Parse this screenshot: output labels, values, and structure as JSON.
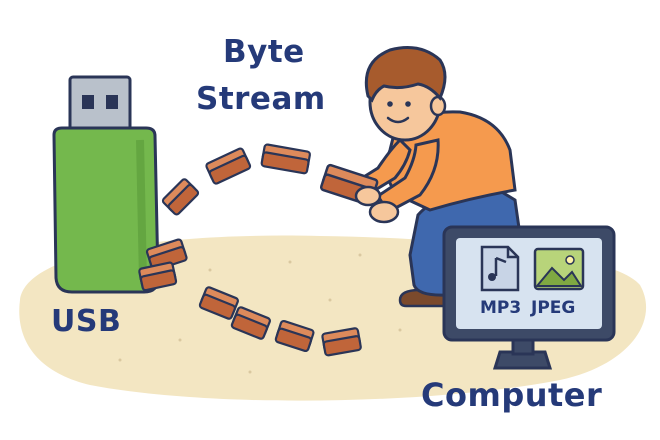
{
  "title": {
    "line1": "Byte",
    "line2": "Stream"
  },
  "labels": {
    "usb": "USB",
    "computer": "Computer"
  },
  "monitor": {
    "files": [
      {
        "label": "MP3",
        "icon": "music-file-icon"
      },
      {
        "label": "JPEG",
        "icon": "image-file-icon"
      }
    ]
  },
  "colors": {
    "text": "#253a79",
    "outline": "#2a3557",
    "usb_body": "#74b84d",
    "usb_connector": "#b9c1cb",
    "brick": "#c0653a",
    "brick_top": "#dd8a5b",
    "floor": "#f3e6c2",
    "shirt": "#f59a4e",
    "jeans": "#3f68ae",
    "hair": "#a75b2d",
    "skin": "#f6c79c",
    "screen": "#d7e3f0",
    "monitor_frame": "#3d4a67"
  }
}
